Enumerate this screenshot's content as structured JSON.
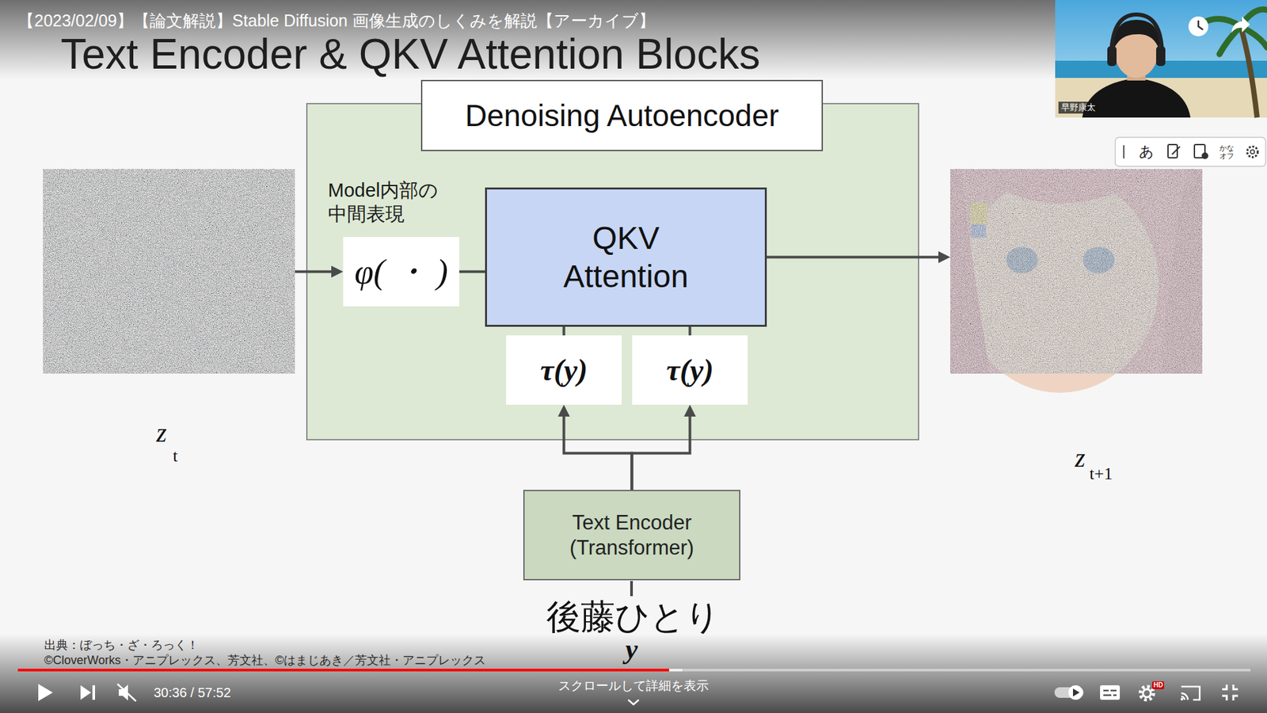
{
  "diagram": {
    "title": "Text Encoder & QKV Attention Blocks",
    "nodes": [
      {
        "text": [
          "Denoising Autoencoder"
        ]
      },
      {
        "text": [
          "φ( ・ )"
        ],
        "in": 0
      },
      {
        "text": [
          "QKV Attention"
        ],
        "in": 0
      },
      {
        "text": [
          "τ(y)"
        ],
        "in": 0
      },
      {
        "text": [
          "τ(y)"
        ],
        "in": 0
      },
      {
        "text": [
          "Text Encoder (Transformer)"
        ]
      },
      {
        "text": [
          "z",
          "t"
        ]
      },
      {
        "text": [
          "z",
          "t+1"
        ]
      }
    ],
    "edges": [
      {
        "from": 6,
        "to": 1,
        "arrow": "to"
      },
      {
        "from": 1,
        "to": 2,
        "arrow": "none"
      },
      {
        "from": 2,
        "to": 7,
        "arrow": "to"
      },
      {
        "from": 5,
        "to": 3,
        "arrow": "to"
      },
      {
        "from": 5,
        "to": 4,
        "arrow": "to"
      },
      {
        "from": 3,
        "to": 2,
        "arrow": "none"
      },
      {
        "from": 4,
        "to": 2,
        "arrow": "none"
      }
    ],
    "labels": [
      "【2023/02/09】【論文解説】Stable Diffusion 画像生成のしくみを解説【アーカイブ】",
      "Model内部の 中間表現",
      "後藤ひとり",
      "y",
      "出典：ぼっち・ざ・ろっく！",
      "©CloverWorks・アニプレックス、芳文社、©はまじあき／芳文社・アニプレックス",
      "早野康太",
      "あ",
      "かな オフ",
      "30:36 / 57:52",
      "スクロールして詳細を表示",
      "HD"
    ]
  }
}
